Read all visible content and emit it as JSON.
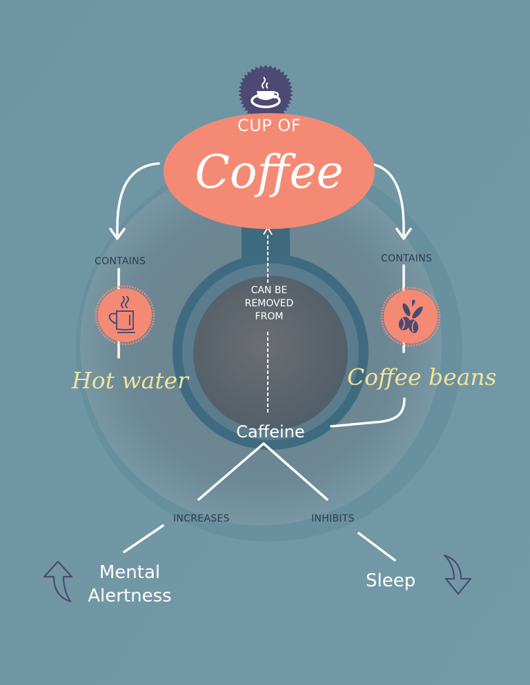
{
  "title": {
    "top_line": "CUP OF",
    "main": "Coffee"
  },
  "colors": {
    "background": "#6f97a6",
    "accent_coral": "#f58a74",
    "badge_purple": "#4c4a72",
    "script_yellow": "#f1e39a",
    "label_dark": "#2c3c4f",
    "line_white": "#ffffff"
  },
  "icons": {
    "top_badge": "coffee-cup-saucer-icon",
    "left_badge": "hot-mug-icon",
    "right_badge": "coffee-beans-icon",
    "up_arrow": "curved-up-arrow-icon",
    "down_arrow": "curved-down-arrow-icon"
  },
  "nodes": {
    "left": {
      "relation": "CONTAINS",
      "name": "Hot water"
    },
    "right": {
      "relation": "CONTAINS",
      "name": "Coffee beans"
    },
    "center": {
      "relation_lines": [
        "CAN BE",
        "REMOVED",
        "FROM"
      ],
      "name": "Caffeine"
    },
    "effects": [
      {
        "relation": "INCREASES",
        "name_lines": [
          "Mental",
          "Alertness"
        ],
        "direction": "up"
      },
      {
        "relation": "INHIBITS",
        "name_lines": [
          "Sleep"
        ],
        "direction": "down"
      }
    ]
  }
}
